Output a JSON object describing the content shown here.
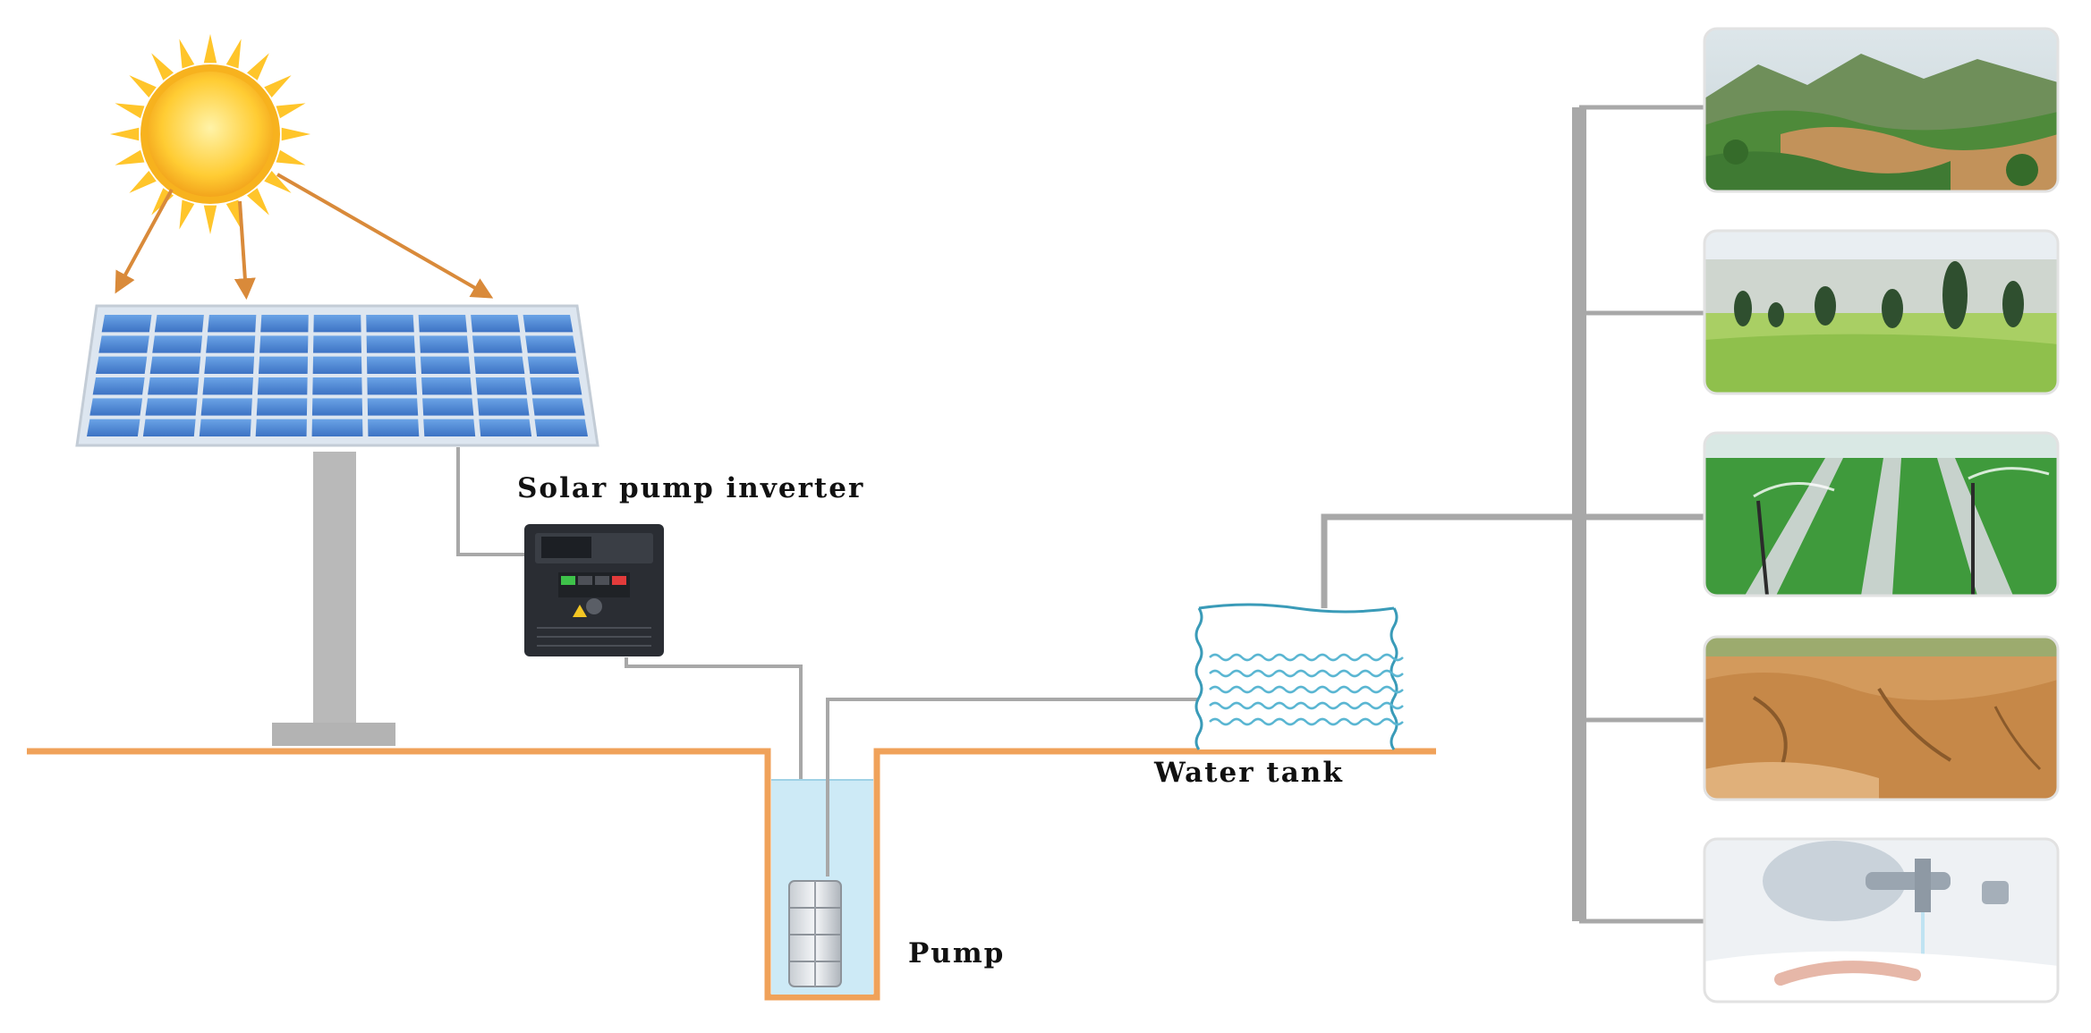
{
  "labels": {
    "inverter": "Solar pump inverter",
    "water_tank": "Water tank",
    "pump": "Pump"
  },
  "icons": [
    "sun-icon",
    "solar-panel-icon",
    "inverter-icon",
    "water-tank-icon",
    "submersible-pump-icon",
    "well-icon"
  ],
  "uses": [
    "mountain-terrain-icon",
    "tree-plantation-icon",
    "sprinkler-irrigation-icon",
    "dry-soil-icon",
    "water-tap-icon"
  ],
  "colors": {
    "ground": "#f0a25a",
    "pipe": "#a8a8a8",
    "arrow": "#d98a3a",
    "panel": "#4a82d0",
    "sun": "#ffc52a",
    "water": "#cdeaf6",
    "tank_outline": "#3a9bb8"
  }
}
